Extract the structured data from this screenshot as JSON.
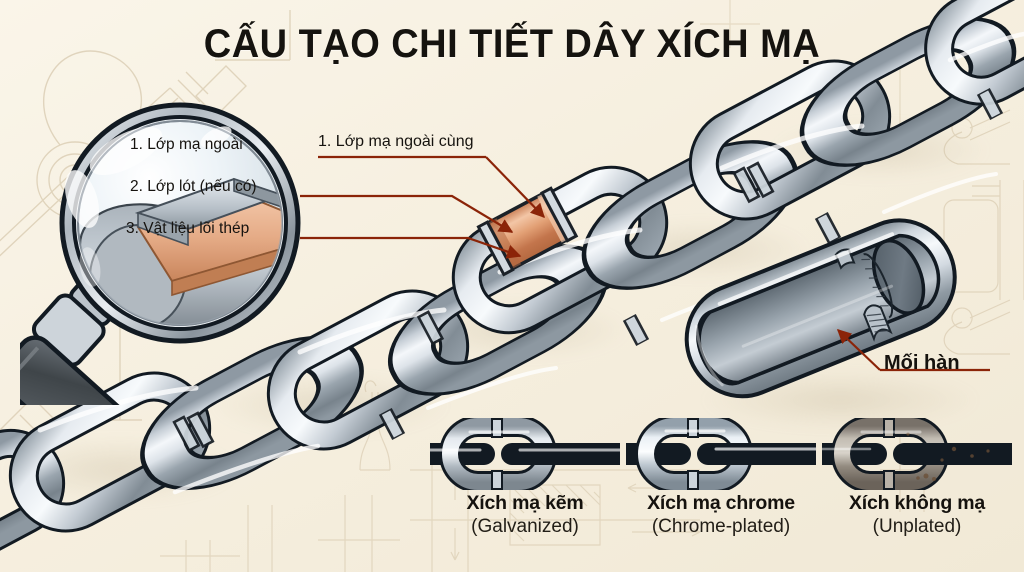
{
  "page": {
    "title": "CẤU TẠO CHI TIẾT DÂY XÍCH MẠ",
    "background_color": "#f6efdf",
    "blueprint_line_color": "#d9cdb4",
    "arrow_color": "#8b2408",
    "text_color": "#15120e",
    "metal_light": "#eef1f4",
    "metal_mid": "#aab3bc",
    "metal_dark": "#6e7880",
    "metal_outline": "#10161c",
    "copper": "#d9885c",
    "copper_light": "#f0b795",
    "rust": "#7d5a44"
  },
  "magnifier": {
    "name": "magnifying-glass",
    "labels": [
      {
        "id": "layer-1",
        "text": "1. Lớp mạ ngoài"
      },
      {
        "id": "layer-2",
        "text": "2. Lớp lót (nếu có)"
      },
      {
        "id": "layer-3",
        "text": "3. Vật liệu lõi thép"
      }
    ]
  },
  "callouts": [
    {
      "id": "outer-plating",
      "text": "1. Lớp mạ ngoài cùng"
    },
    {
      "id": "weld",
      "text": "Mối hàn"
    }
  ],
  "legend": {
    "items": [
      {
        "id": "galvanized",
        "name": "Xích mạ kẽm",
        "sub": "(Galvanized)",
        "finish": "zinc"
      },
      {
        "id": "chrome",
        "name": "Xích mạ chrome",
        "sub": "(Chrome-plated)",
        "finish": "chrome"
      },
      {
        "id": "unplated",
        "name": "Xích không mạ",
        "sub": "(Unplated)",
        "finish": "bare"
      }
    ]
  }
}
